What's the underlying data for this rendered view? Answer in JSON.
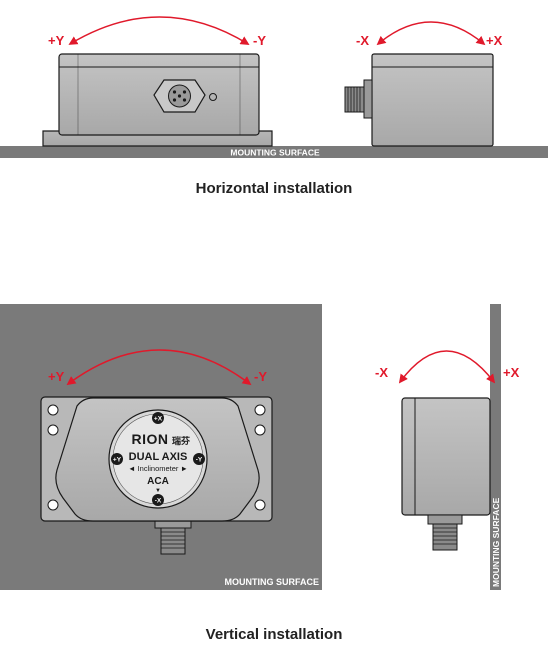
{
  "horizontal": {
    "caption": "Horizontal installation",
    "mounting_surface_label": "MOUNTING SURFACE",
    "axis_labels": {
      "left_plus_y": "+Y",
      "right_minus_y": "-Y",
      "left_minus_x": "-X",
      "right_plus_x": "+X"
    }
  },
  "vertical": {
    "caption": "Vertical installation",
    "mounting_surface_label": "MOUNTING SURFACE",
    "side_mounting_surface_label": "MOUNTING SURFACE",
    "axis_labels": {
      "left_plus_y": "+Y",
      "right_minus_y": "-Y",
      "left_minus_x": "-X",
      "right_plus_x": "+X"
    }
  },
  "label_plate": {
    "brand": "RION",
    "brand_cn": "瑞芬",
    "model_type": "DUAL AXIS",
    "product": "◄ Inclinometer ►",
    "model": "ACA",
    "marks": {
      "top": "+X",
      "bottom": "-X",
      "left": "+Y",
      "right": "-Y"
    }
  },
  "colors": {
    "surface": "#7a7a7a",
    "device_body": "#b0b0b0",
    "device_edge": "#1a1a1a",
    "arrow": "#e0192b",
    "label_text": "#e0192b"
  }
}
